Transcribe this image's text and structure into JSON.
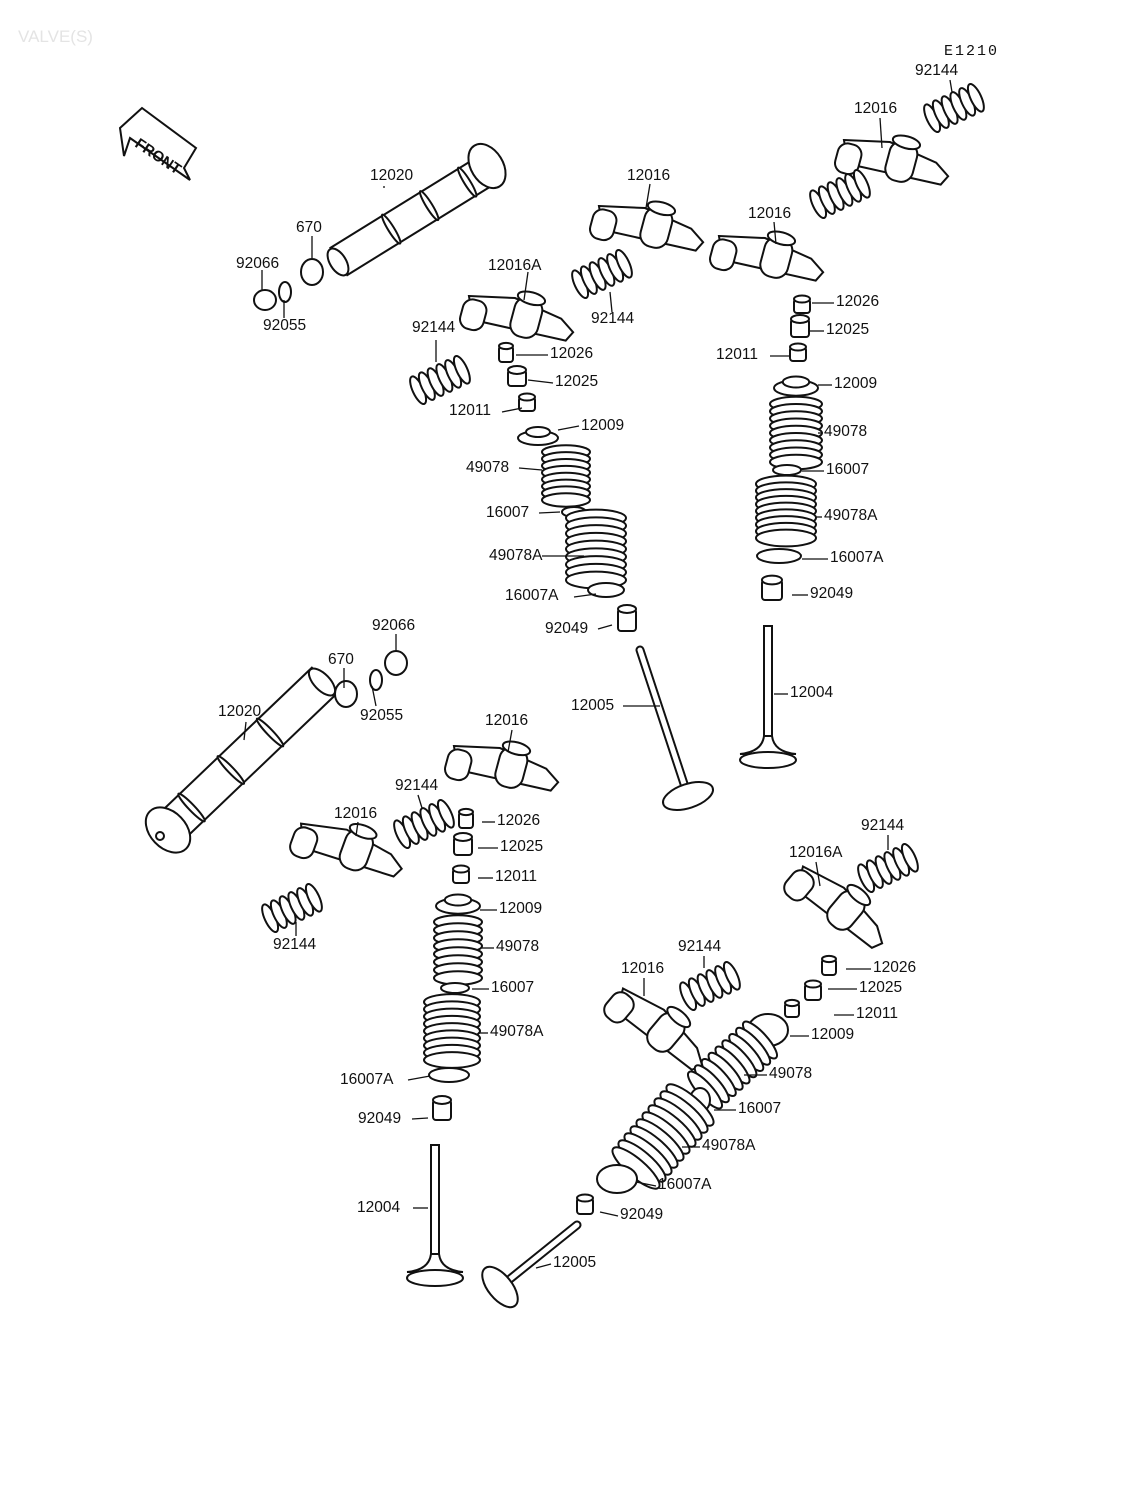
{
  "header": {
    "title": "VALVE(S)",
    "diagram_code": "E1210"
  },
  "front_arrow": {
    "label": "FRONT",
    "icon": "front-arrow-icon"
  },
  "callouts": [
    "12020",
    "670",
    "92066",
    "92055",
    "12016A",
    "12016",
    "92144",
    "12016",
    "12016",
    "92144",
    "92144",
    "12026",
    "12025",
    "12011",
    "12009",
    "49078",
    "16007",
    "49078A",
    "16007A",
    "92049",
    "12005",
    "12026",
    "12025",
    "12011",
    "12009",
    "49078",
    "16007",
    "49078A",
    "16007A",
    "92049",
    "12004",
    "92066",
    "670",
    "92055",
    "12020",
    "12016",
    "92144",
    "12016",
    "92144",
    "12026",
    "12025",
    "12011",
    "12009",
    "49078",
    "16007",
    "49078A",
    "16007A",
    "92049",
    "12004",
    "92144",
    "12016A",
    "92144",
    "12016",
    "12026",
    "12025",
    "12011",
    "12009",
    "49078",
    "16007",
    "49078A",
    "16007A",
    "92049",
    "12005"
  ]
}
